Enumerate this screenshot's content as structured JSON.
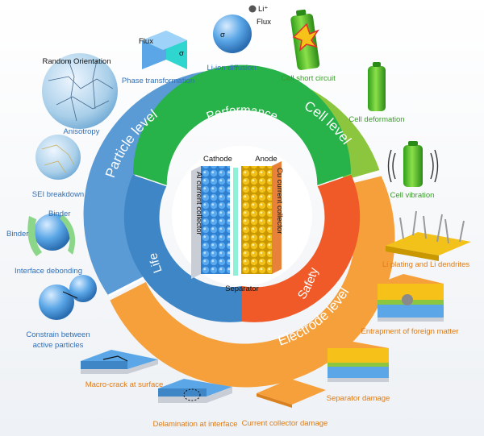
{
  "center": {
    "cathode": "Cathode",
    "anode": "Anode",
    "al_collector": "Al current collector",
    "cu_collector": "Cu current collector",
    "separator": "Separator"
  },
  "outer_ring": {
    "particle": "Particle level",
    "cell": "Cell level",
    "electrode": "Electrode level"
  },
  "inner_ring": {
    "performance": "Performance",
    "safety": "Safety",
    "life": "Life"
  },
  "labels": {
    "random_orientation": "Random Orientation",
    "flux": "Flux",
    "flux2": "Flux",
    "li_plus": "Li⁺",
    "sigma1": "σ",
    "sigma2": "σ",
    "phase_transformation": "Phase transformation",
    "li_ion_diffusion": "Li-ion diffusion",
    "cell_short_circuit": "Cell short circuit",
    "anisotropy": "Anisotropy",
    "cell_deformation": "Cell deformation",
    "sei_breakdown": "SEI breakdown",
    "cell_vibration": "Cell vibration",
    "binder1": "Binder",
    "binder2": "Binder",
    "interface_debonding": "Interface debonding",
    "li_plating": "Li plating and Li dendrites",
    "constrain1": "Constrain between",
    "constrain2": "active particles",
    "entrapment": "Entrapment of foreign matter",
    "macro_crack": "Macro-crack at surface",
    "separator_damage": "Separator damage",
    "delamination": "Delamination at interface",
    "collector_damage": "Current collector damage"
  },
  "colors": {
    "particle_ring": "#5b9bd5",
    "cell_ring": "#8cc63f",
    "electrode_ring": "#f6a03b",
    "performance": "#27b24a",
    "safety": "#f05a28",
    "life": "#3f86c6",
    "blue_text": "#2f6fb8",
    "green_text": "#3a9a2a",
    "orange_text": "#e07a12"
  }
}
